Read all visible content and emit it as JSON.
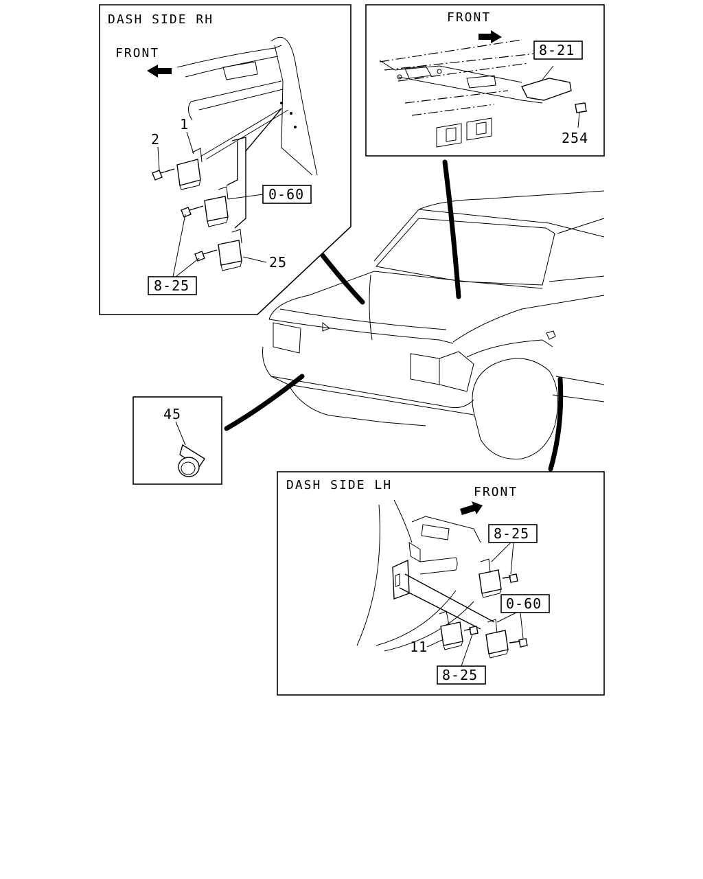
{
  "panels": {
    "dash_rh": {
      "title": "DASH SIDE RH",
      "front": "FRONT",
      "callouts": {
        "part_1": "1",
        "part_2": "2",
        "part_25": "25"
      },
      "refs": {
        "ref_0_60": "0-60",
        "ref_8_25": "8-25"
      }
    },
    "top_right": {
      "front": "FRONT",
      "callouts": {
        "part_254": "254"
      },
      "refs": {
        "ref_8_21": "8-21"
      }
    },
    "horn": {
      "callouts": {
        "part_45": "45"
      }
    },
    "dash_lh": {
      "title": "DASH SIDE LH",
      "front": "FRONT",
      "callouts": {
        "part_11": "11"
      },
      "refs": {
        "ref_8_25_top": "8-25",
        "ref_0_60": "0-60",
        "ref_8_25_bottom": "8-25"
      }
    }
  }
}
